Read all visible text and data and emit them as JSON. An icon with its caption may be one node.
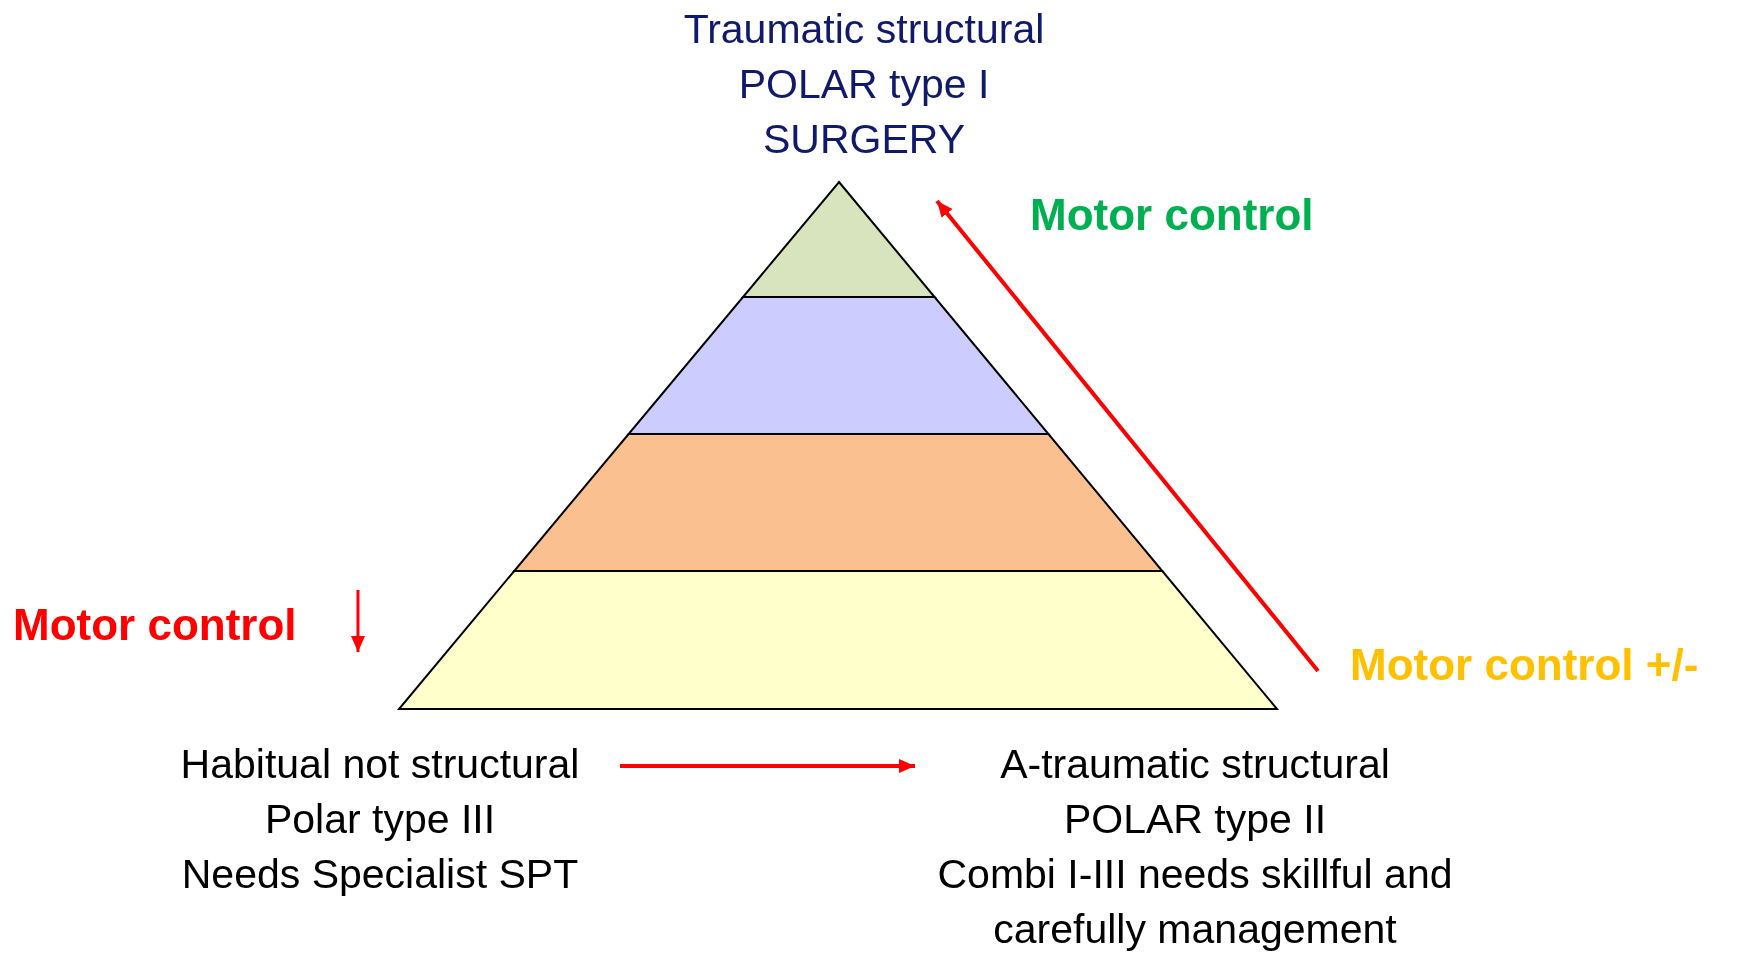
{
  "diagram": {
    "nodes": [
      {
        "text": [
          "Traumatic structural",
          "POLAR type I",
          "SURGERY"
        ]
      },
      {
        "text": [],
        "shape": "triangle"
      },
      {
        "text": [],
        "shape": "trapezoid"
      },
      {
        "text": [],
        "shape": "trapezoid"
      },
      {
        "text": [],
        "shape": "trapezoid"
      },
      {
        "text": [
          "Habitual not structural",
          "Polar type III",
          "Needs Specialist SPT"
        ]
      },
      {
        "text": [
          "A-traumatic structural",
          "POLAR type II",
          "Combi I-III needs skillful and carefully management"
        ]
      }
    ],
    "edges": [
      {
        "from": 5,
        "to": 6,
        "arrow": "to",
        "color": "#ff0000"
      }
    ],
    "labels": [
      "Motor control",
      "Motor control",
      "Motor control +/-"
    ]
  }
}
